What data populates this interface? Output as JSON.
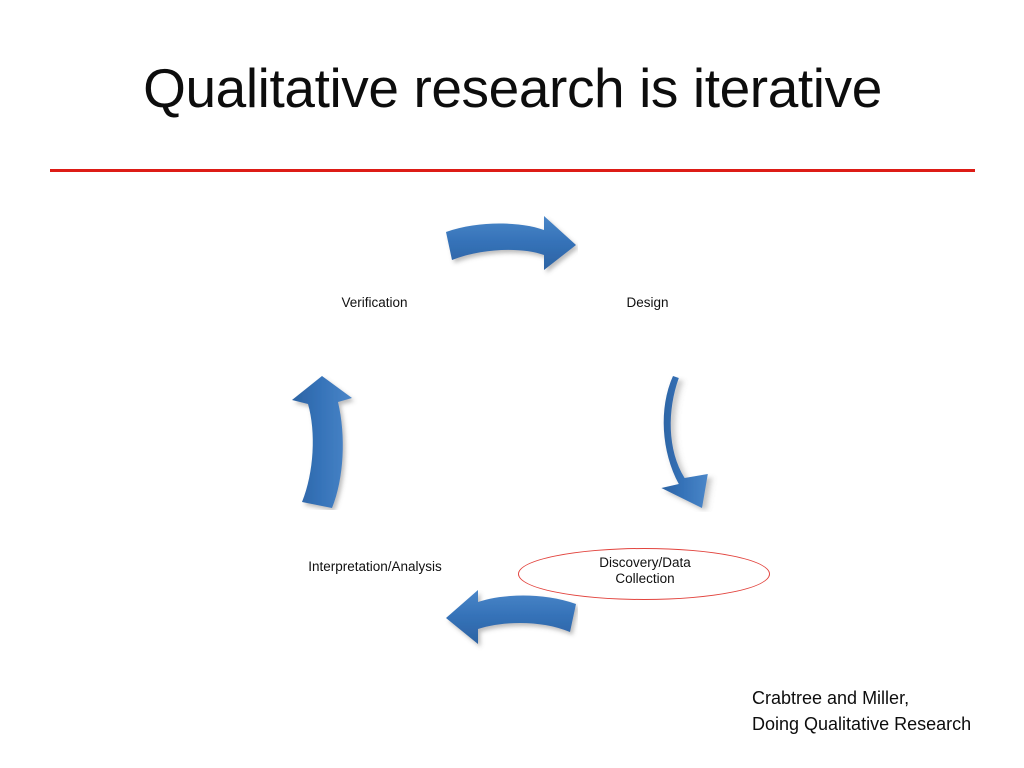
{
  "slide": {
    "title": "Qualitative research is iterative",
    "background_color": "#FFFFFF",
    "title_color": "#0D0D0D",
    "rule_color": "#DD1C16"
  },
  "diagram": {
    "type": "cycle",
    "accent_color": "#3572B8",
    "highlight_outline_color": "#E2443E",
    "nodes": [
      {
        "id": "verification",
        "label": "Verification",
        "position": "top-left"
      },
      {
        "id": "design",
        "label": "Design",
        "position": "top-right"
      },
      {
        "id": "discovery",
        "label": "Discovery/Data\nCollection",
        "position": "bottom-right",
        "highlighted": true
      },
      {
        "id": "interpretation",
        "label": "Interpretation/Analysis",
        "position": "bottom-left"
      }
    ],
    "arrows": [
      {
        "id": "arrow-top",
        "direction": "right",
        "from": "verification",
        "to": "design"
      },
      {
        "id": "arrow-right",
        "direction": "down",
        "from": "design",
        "to": "discovery"
      },
      {
        "id": "arrow-bottom",
        "direction": "left",
        "from": "discovery",
        "to": "interpretation"
      },
      {
        "id": "arrow-left",
        "direction": "up",
        "from": "interpretation",
        "to": "verification"
      }
    ]
  },
  "citation": {
    "text": "Crabtree and Miller,\nDoing Qualitative Research"
  }
}
